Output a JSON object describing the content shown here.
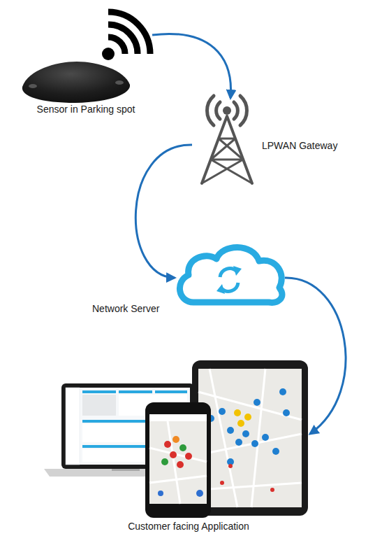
{
  "diagram": {
    "nodes": [
      {
        "text": [
          "Sensor in Parking spot"
        ]
      },
      {
        "text": [
          "LPWAN Gateway"
        ]
      },
      {
        "text": [
          "Network Server"
        ]
      },
      {
        "text": [
          "Customer facing Application"
        ]
      }
    ],
    "edges": [
      {
        "from": 0,
        "to": 1,
        "arrow": "to"
      },
      {
        "from": 1,
        "to": 2,
        "arrow": "to"
      },
      {
        "from": 2,
        "to": 3,
        "arrow": "to"
      }
    ]
  }
}
